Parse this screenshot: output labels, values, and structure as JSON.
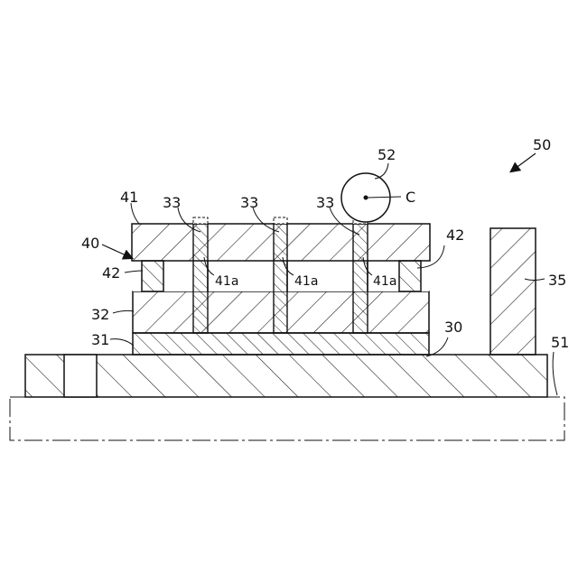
{
  "labels": {
    "device": "50",
    "roller": "52",
    "center": "C",
    "assembly": "40",
    "top_plate": "41",
    "pin_left": "33",
    "pin_mid": "33",
    "pin_right": "33",
    "spacer_left": "42",
    "spacer_right": "42",
    "hole_left": "41a",
    "hole_mid": "41a",
    "hole_right": "41a",
    "lower_plate": "32",
    "base_layer": "31",
    "base_plate": "30",
    "block": "35",
    "stage_outline": "51"
  }
}
